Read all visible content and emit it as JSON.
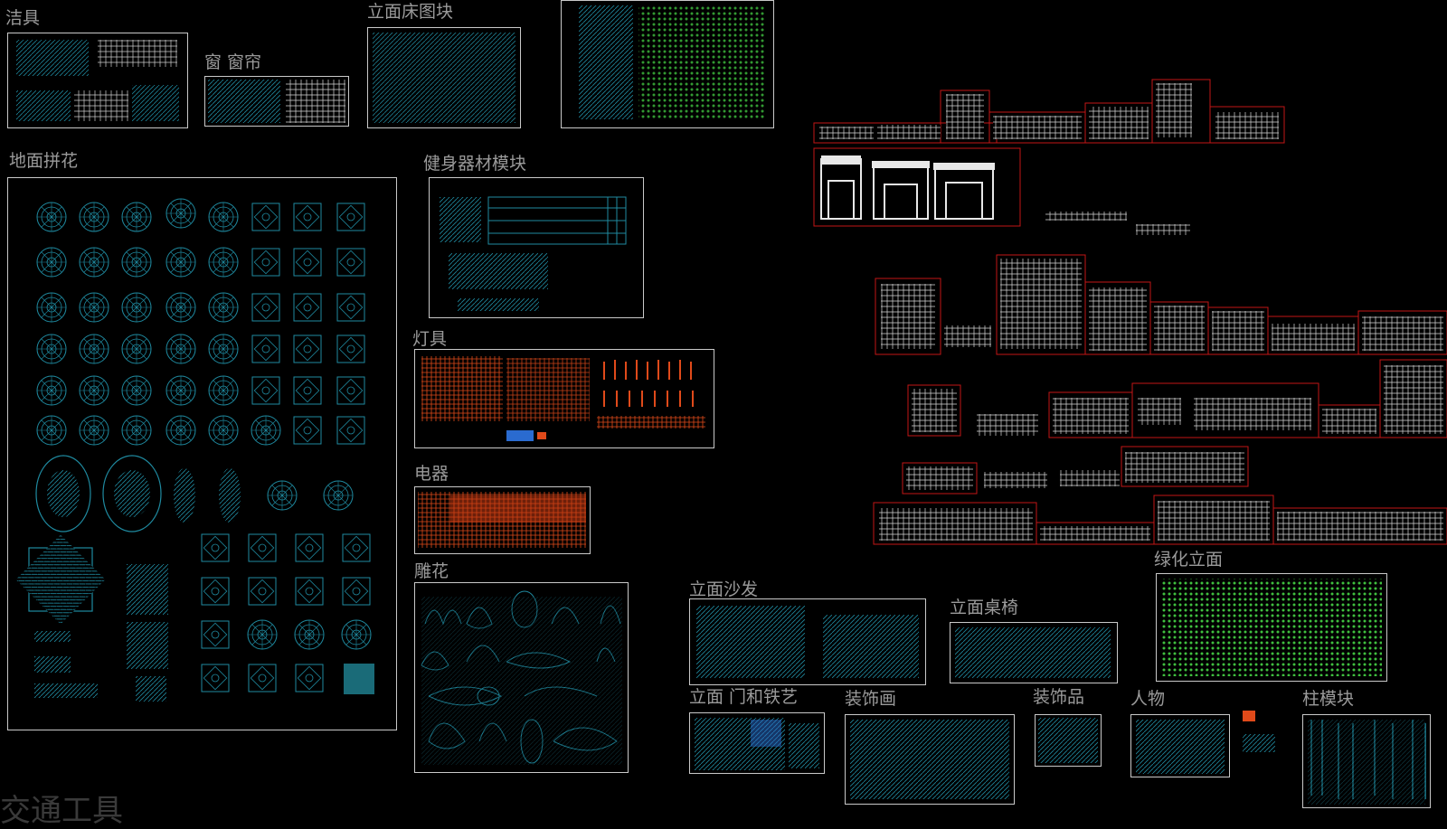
{
  "top_corner_text": "",
  "labels": {
    "sanitary": "洁具",
    "window": "窗  窗帘",
    "bed_elev": "立面床图块",
    "floor_pattern": "地面拼花",
    "fitness": "健身器材模块",
    "lamps": "灯具",
    "appliances": "电器",
    "carving": "雕花",
    "sofa_elev": "立面沙发",
    "table_elev": "立面桌椅",
    "green_elev": "绿化立面",
    "door_iron": "立面  门和铁艺",
    "paintings": "装饰画",
    "ornaments": "装饰品",
    "people": "人物",
    "columns": "柱模块",
    "bottom_big": "交通工具"
  },
  "colors": {
    "background": "#000000",
    "label_gray": "#9a9a9a",
    "cyan": "#1f8aa0",
    "red_orange": "#e04a1a",
    "green": "#3fbf3f",
    "white": "#e8e8e8",
    "frame_red": "#c21616"
  }
}
